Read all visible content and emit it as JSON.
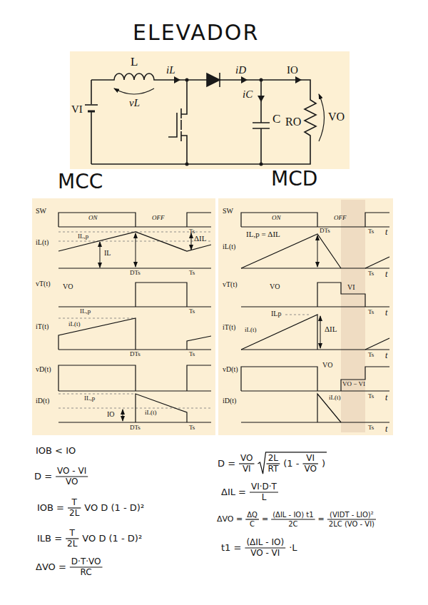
{
  "diagram": {
    "title": "ELEVADOR",
    "nodes": [
      {
        "text": [
          "MCC"
        ]
      },
      {
        "text": [
          "MCD"
        ]
      }
    ],
    "labels": [
      "L",
      "iL",
      "vL",
      "VI",
      "iD",
      "IO",
      "iC",
      "C",
      "RO",
      "VO",
      "SW",
      "ON",
      "OFF",
      "Ts",
      "iL(t)",
      "IL,p",
      "IL",
      "ΔIL",
      "Ts",
      "DTs",
      "vT(t)",
      "VO",
      "Ts",
      "iT(t)",
      "IL,p",
      "iL(t)",
      "DTs",
      "Ts",
      "vD(t)",
      "iD(t)",
      "IL,p",
      "iL(t)",
      "IO",
      "DTs",
      "Ts",
      "SW",
      "ON",
      "OFF",
      "DTs",
      "Ts",
      "t",
      "iL(t)",
      "IL,p = ΔIL",
      "Ts",
      "t",
      "vT(t)",
      "VO",
      "VI",
      "Ts",
      "t",
      "iT(t)",
      "ILp",
      "ΔIL",
      "iL(t)",
      "Ts",
      "t",
      "vD(t)",
      "VO",
      "VO − VI",
      "Ts",
      "t",
      "iD(t)",
      "iL(t)",
      "Ts",
      "t",
      "IOB < IO",
      "D =",
      "VO - VI",
      "VO",
      "IOB =",
      "T",
      "2L",
      "VO D (1 - D)²",
      "ILB =",
      "T",
      "2L",
      "VO D (1 - D)²",
      "ΔVO =",
      "D·T·VO",
      "RC",
      "D =",
      "VO",
      "VI",
      "2L",
      "RT",
      "(1 -",
      "VI",
      "VO",
      ")",
      "ΔIL =",
      "VI·D·T",
      "L",
      "ΔVO =",
      "ΔQ",
      "C",
      "=",
      "(ΔIL - IO) t1",
      "2C",
      "=",
      "(VIDT - LIO)²",
      "2LC (VO - VI)",
      "t1 =",
      "(ΔIL - IO)",
      "VO - VI",
      "·L"
    ]
  }
}
